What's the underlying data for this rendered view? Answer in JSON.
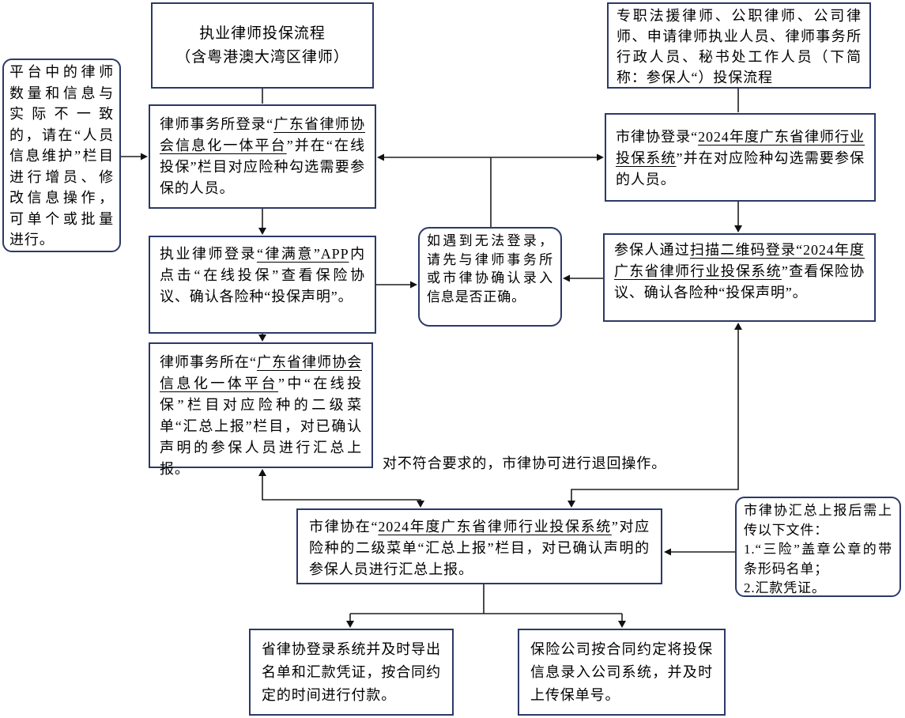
{
  "colors": {
    "box_border": "#2c3968",
    "connector": "#1f1f1f",
    "text": "#000000",
    "background": "#ffffff"
  },
  "boxes": {
    "side_note": {
      "text": "平台中的律师数量和信息与实际不一致的，请在“人员信息维护”栏目进行增员、修改信息操作，可单个或批量进行。"
    },
    "title_left": {
      "text": "执业律师投保流程\n（含粤港澳大湾区律师）"
    },
    "title_right": {
      "text": "专职法援律师、公职律师、公司律师、申请律师执业人员、律师事务所行政人员、秘书处工作人员（下简称：参保人“）投保流程"
    },
    "firm_login": {
      "segments": [
        {
          "t": "律师事务所登录“"
        },
        {
          "t": "广东省律师协会信息化一体平台",
          "u": true
        },
        {
          "t": "”并在“在线投保”栏目对应险种勾选需要参保的人员。"
        }
      ]
    },
    "lawyer_app": {
      "segments": [
        {
          "t": "执业律师登录"
        },
        {
          "t": "“律满意”APP",
          "u": true
        },
        {
          "t": "内点击“在线投保”查看保险协议、确认各险种“投保声明”。"
        }
      ]
    },
    "firm_report": {
      "segments": [
        {
          "t": "律师事务所在“"
        },
        {
          "t": "广东省律师协会信息化一体平台",
          "u": true
        },
        {
          "t": "”中“在线投保”栏目对应险种的二级菜单“汇总上报”栏目，对已确认声明的参保人员进行汇总上报。"
        }
      ]
    },
    "center_help": {
      "text": "如遇到无法登录，请先与律师事务所或市律协确认录入信息是否正确。"
    },
    "city_login": {
      "segments": [
        {
          "t": "市律协登录“"
        },
        {
          "t": "2024年度广东省律师行业投保系统",
          "u": true
        },
        {
          "t": "”并在对应险种勾选需要参保的人员。"
        }
      ]
    },
    "insured_login": {
      "segments": [
        {
          "t": "参保人通过"
        },
        {
          "t": "扫描二维码登录“2024年度广东省律师行业投保系统",
          "u": true
        },
        {
          "t": "”查看保险协议、确认各险种“投保声明”。"
        }
      ]
    },
    "city_report": {
      "segments": [
        {
          "t": "市律协在“"
        },
        {
          "t": "2024年度广东省律师行业投保系统",
          "u": true
        },
        {
          "t": "”对应险种的二级菜单“汇总上报”栏目，对已确认声明的参保人员进行汇总上报。"
        }
      ]
    },
    "upload_note": {
      "text": "市律协汇总上报后需上传以下文件：\n1.“三险”盖章公章的带条形码名单；\n2.汇款凭证。"
    },
    "province_pay": {
      "text": "省律协登录系统并及时导出名单和汇款凭证，按合同约定的时间进行付款。"
    },
    "insurer_entry": {
      "text": "保险公司按合同约定将投保信息录入公司系统，并及时上传保单号。"
    },
    "return_label": {
      "text": "对不符合要求的，市律协可进行退回操作。"
    }
  }
}
